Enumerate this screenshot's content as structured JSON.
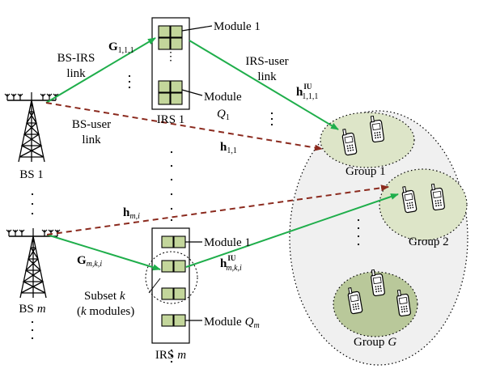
{
  "colors": {
    "green_link": "#1fae4b",
    "red_link": "#8b2a1e",
    "module_fill": "#c3d69b",
    "group_fill": "#dde5c8",
    "group_fill_dark": "#b9c89a",
    "region_fill": "#f0f0f0"
  },
  "bs1": {
    "label": "BS 1"
  },
  "bsm": {
    "label": "BS",
    "label_italic": "m"
  },
  "irs1": {
    "label": "IRS 1",
    "module1_label": "Module 1",
    "moduleQ_label": "Module",
    "moduleQ_sym": "Q",
    "moduleQ_sub": "1"
  },
  "irsm": {
    "label": "IRS",
    "label_italic": "m",
    "module1_label": "Module 1",
    "moduleQ_label": "Module",
    "moduleQ_sym": "Q",
    "moduleQ_sub": "m",
    "subset_label": "Subset",
    "subset_k": "k",
    "subset_paren_open": "(",
    "subset_paren_k": "k",
    "subset_paren_rest": " modules)"
  },
  "links": {
    "bs_irs_line1": "BS-IRS",
    "bs_irs_line2": "link",
    "irs_user_line1": "IRS-user",
    "irs_user_line2": "link",
    "bs_user_line1": "BS-user",
    "bs_user_line2": "link"
  },
  "symbols": {
    "G": "G",
    "G_sub": "1,1,1",
    "Gm_sub_m": "m",
    "Gm_sub_rest": ",k,i",
    "h": "h",
    "h11_sub": "1,1",
    "hIU_sup": "IU",
    "hIU_sub": "1,1,1",
    "hmi_sub_m": "m",
    "hmi_sub_rest": ",i",
    "hmki_sub_m": "m",
    "hmki_sub_rest": ",k,i"
  },
  "groups": {
    "g1": "Group 1",
    "g2": "Group 2",
    "gG": "Group",
    "gG_sym": "G"
  },
  "dots": "·"
}
